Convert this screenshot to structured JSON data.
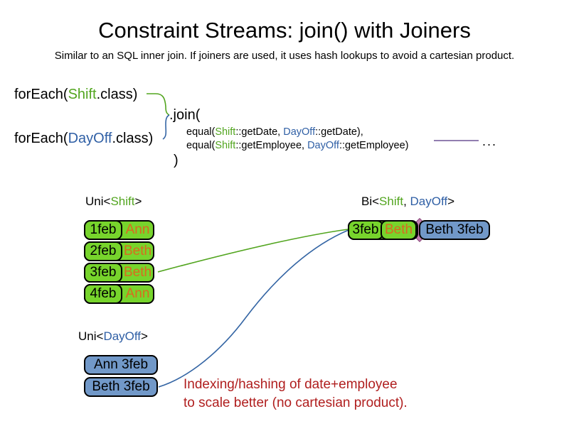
{
  "title": "Constraint Streams: join() with Joiners",
  "subtitle": "Similar to an SQL inner join. If joiners are used, it uses hash lookups to avoid a cartesian product.",
  "code": {
    "foreach_shift": {
      "pre": "forEach(",
      "cls": "Shift",
      "post": ".class)"
    },
    "foreach_dayoff": {
      "pre": "forEach(",
      "cls": "DayOff",
      "post": ".class)"
    },
    "join_open": ".join(",
    "equal_date": {
      "pre": "equal(",
      "a": "Shift",
      "mid1": "::getDate, ",
      "b": "DayOff",
      "post": "::getDate),"
    },
    "equal_employee": {
      "pre": "equal(",
      "a": "Shift",
      "mid1": "::getEmployee, ",
      "b": "DayOff",
      "post": "::getEmployee)"
    },
    "join_close": ")",
    "ellipsis": "..."
  },
  "uni_shift": {
    "label": {
      "pre": "Uni<",
      "type": "Shift",
      "post": ">"
    },
    "rows": [
      {
        "date": "1feb",
        "name": "Ann"
      },
      {
        "date": "2feb",
        "name": "Beth"
      },
      {
        "date": "3feb",
        "name": "Beth"
      },
      {
        "date": "4feb",
        "name": "Ann"
      }
    ]
  },
  "bi": {
    "label": {
      "pre": "Bi<",
      "a": "Shift",
      "sep": ", ",
      "b": "DayOff",
      "post": ">"
    },
    "shift_date": "3feb",
    "shift_name": "Beth",
    "dayoff_text": "Beth 3feb"
  },
  "uni_dayoff": {
    "label": {
      "pre": "Uni<",
      "type": "DayOff",
      "post": ">"
    },
    "rows": [
      {
        "text": "Ann 3feb"
      },
      {
        "text": "Beth 3feb"
      }
    ]
  },
  "annotation": {
    "line1": "Indexing/hashing of date+employee",
    "line2": "to scale better (no cartesian product)."
  },
  "colors": {
    "shift_green_text": "#52a51f",
    "dayoff_blue_text": "#2f5fa5",
    "green_fill": "#77d42c",
    "blue_fill": "#7198c8",
    "orange_text": "#d96b1f",
    "red_text": "#b01e1e",
    "purple_line": "#6f5496",
    "diamond_pink": "#c47fb2"
  }
}
